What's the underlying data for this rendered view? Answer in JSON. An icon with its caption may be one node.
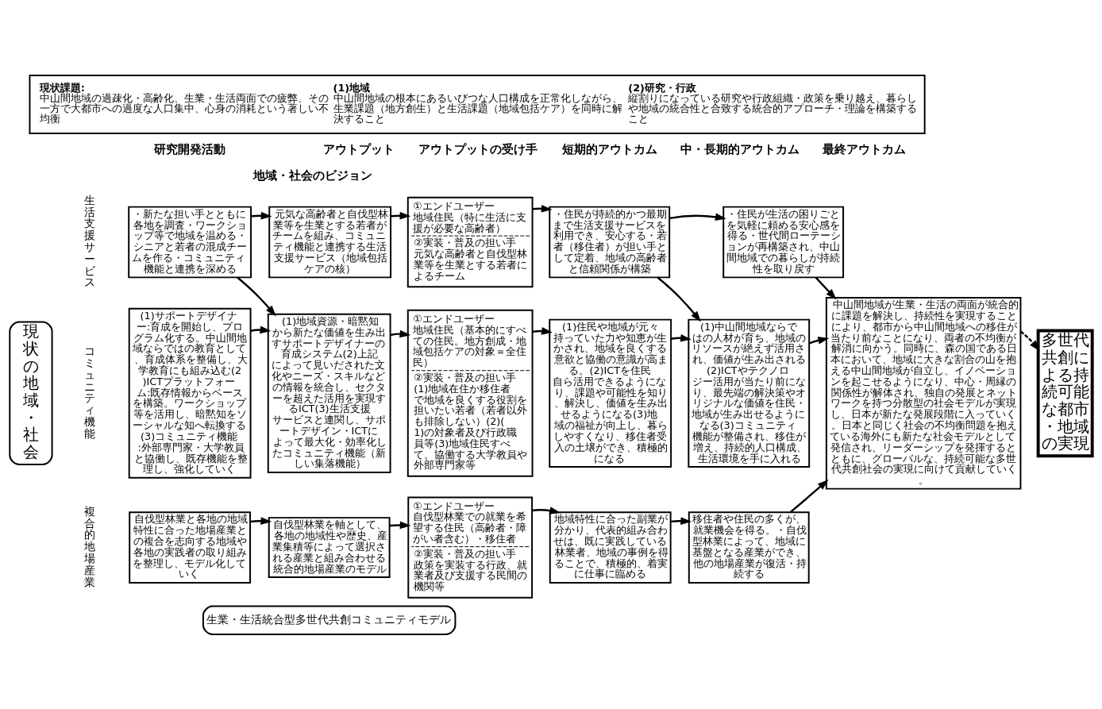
{
  "diagram": {
    "nodes": [
      {
        "text": [
          "現状課題:",
          "中山間地域の過疎化・高齢化、生業・生活両面での疲弊、その一方で大都市への過度な人口集中、心身の消耗という著しい不均衡",
          "(1)地域",
          "中山間地域の根本にあるいびつな人口構成を正常化しながら、生業課題（地方創生）と生活課題（地域包括ケア）を同時に解決すること",
          "(2)研究・行政",
          "縦割りになっている研究や行政組織・政策を乗り越え、暮らしや地域の統合性と合致する統合的アプローチ・理論を構築すること"
        ]
      },
      {
        "text": [
          "現状の地域・社会"
        ]
      },
      {
        "text": [
          "・新たな担い手とともに各地を調査・ワークショップ等で地域を温める・シニアと若者の混成チームを作る・コミュニティ機能と連携を深める"
        ]
      },
      {
        "text": [
          "(1)サポートデザイナー:育成を開始し、プログラム化する。中山間地域ならではの教育として、育成体系を整備し、大学教育にも組み込む(2)ICTプラットフォーム:既存情報からベースを構築。ワークショップ等を活用し、暗黙知をソーシャルな知へ転換する(3)コミュニティ機能:外部専門家・大学教員と協働し、既存機能を整理し、強化していく"
        ]
      },
      {
        "text": [
          "自伐型林業と各地の地域特性に合った地場産業との複合を志向する地域や各地の実践者の取り組みを整理し、モデル化していく"
        ]
      },
      {
        "text": [
          "生業・生活統合型多世代共創コミュニティモデル"
        ]
      },
      {
        "text": [
          "元気な高齢者と自伐型林業等を生業とする若者がチームを組み、コミュニティ機能と連携する生活支援サービス（地域包括ケアの核）"
        ]
      },
      {
        "text": [
          "(1)地域資源・暗黙知から新たな価値を生み出すサポートデザイナーの育成システム(2)上記によって見いだされた文化やニーズ・スキルなどの情報を統合し、セクターを超えた活用を実現するICT(3)生活支援サービスと連関し、サポートデザイン・ICTによって最大化・効率化したコミュニティ機能（新しい集落機能）"
        ]
      },
      {
        "text": [
          "自伐型林業を軸として、各地の地域性や歴史、産業集積等によって選択される産業と組み合わせる統合的地場産業のモデル"
        ]
      },
      {
        "text": [
          "①エンドユーザー",
          "地域住民（特に生活に支援が必要な高齢者）",
          "②実装・普及の担い手",
          "元気な高齢者と自伐型林業等を生業とする若者によるチーム"
        ]
      },
      {
        "text": [
          "①エンドユーザー",
          "地域住民（基本的にすべての住民。地方創成・地域包括ケアの対象＝全住民）",
          "②実装・普及の担い手",
          "(1)地域在住か移住者で地域を良くする役割を担いたい若者（若者以外も排除しない）(2)(1)の対象者及び行政職員等(3)地域住民すべて。協働する大学教員や外部専門家等"
        ]
      },
      {
        "text": [
          "①エンドユーザー",
          "自伐型林業での就業を希望する住民（高齢者・障がい者含む）・移住者",
          "②実装・普及の担い手",
          "政策を実装する行政、就業者及び支援する民間の機関等"
        ]
      },
      {
        "text": [
          "・住民が持続的かつ最期まで生活支援サービスを利用でき、安心する・若者（移住者）が担い手として定着、地域の高齢者と信頼関係が構築"
        ]
      },
      {
        "text": [
          "(1)住民や地域が元々持っていた力や知恵が生かされ、地域を良くする意欲と協働の意識が高まる。(2)ICTを住民自ら活用できるようになり、課題や可能性を知り、解決し、価値を生み出せるようになる(3)地域の福祉が向上し、暮らしやすくなり、移住者受入の土壌ができ、積極的になる"
        ]
      },
      {
        "text": [
          "地域特性に合った副業が分かり、代表的組み合わせは、既に実践している林業者、地域の事例を得ることで、積極的、着実に仕事に臨める"
        ]
      },
      {
        "text": [
          "・住民が生活の困りごとを気軽に頼める安心感を得る・世代間ローテーションが再構築され、中山間地域での暮らしが持続性を取り戻す"
        ]
      },
      {
        "text": [
          "(1)中山間地域ならではの人材が育ち、地域のリソースが絶えず活用され、価値が生み出される(2)ICTやテクノロジー活用が当たり前になり、最先端の解決策やオリジナルな価値を住民・地域が生み出せるようになる(3)コミュニティ機能が整備され、移住が増え、持続的人口構成、生活環境を手に入れる"
        ]
      },
      {
        "text": [
          "移住者や住民の多くが、就業機会を得る。・自伐型林業によって、地域に基盤となる産業ができ、他の地場産業が復活・持続する"
        ]
      },
      {
        "text": [
          "中山間地域が生業・生活の両面が統合的に課題を解決し、持続性を実現することにより、都市から中山間地域への移住が当たり前なことになり、両者の不均衡が解消に向かう。同時に、森の国である日本において、地域に大きな割合の山を抱える中山間地域が自立し、イノベーションを起こせるようになり、中心・周縁の関係性が解体され、独自の発展とネットワークを持つ分散型の社会モデルが実現し、日本が新たな発展段階に入っていく。日本と同じく社会の不均衡問題を抱えている海外にも新たな社会モデルとして発信され、リーダーシップを発揮するとともに、グローバルな、持続可能な多世代共創社会の実現に向けて貢献していく。"
        ]
      },
      {
        "text": [
          "多世代共創による持続可能な都市・地域の実現"
        ]
      }
    ],
    "edges": [
      {
        "from": 2,
        "to": 6,
        "arrow": "to"
      },
      {
        "from": 2,
        "to": 7,
        "arrow": "to"
      },
      {
        "from": 3,
        "to": 7,
        "arrow": "to"
      },
      {
        "from": 4,
        "to": 8,
        "arrow": "to"
      },
      {
        "from": 6,
        "to": 9,
        "arrow": "to"
      },
      {
        "from": 7,
        "to": 10,
        "arrow": "to"
      },
      {
        "from": 8,
        "to": 11,
        "arrow": "to"
      },
      {
        "from": 9,
        "to": 12,
        "arrow": "to"
      },
      {
        "from": 10,
        "to": 13,
        "arrow": "to"
      },
      {
        "from": 11,
        "to": 14,
        "arrow": "to"
      },
      {
        "from": 12,
        "to": 15,
        "arrow": "to"
      },
      {
        "from": 12,
        "to": 16,
        "arrow": "to"
      },
      {
        "from": 13,
        "to": 16,
        "arrow": "to"
      },
      {
        "from": 14,
        "to": 17,
        "arrow": "to"
      },
      {
        "from": 15,
        "to": 18,
        "arrow": "to"
      },
      {
        "from": 16,
        "to": 18,
        "arrow": "to"
      },
      {
        "from": 17,
        "to": 18,
        "arrow": "to"
      },
      {
        "from": 18,
        "to": 19,
        "arrow": "to",
        "style": "dashed"
      }
    ],
    "labels": [
      "研究開発活動",
      "アウトプット",
      "アウトプットの受け手",
      "短期的アウトカム",
      "中・長期的アウトカム",
      "最終アウトカム",
      "地域・社会のビジョン",
      "生活支援サービス",
      "コミュニティ機能",
      "複合的地場産業"
    ]
  }
}
